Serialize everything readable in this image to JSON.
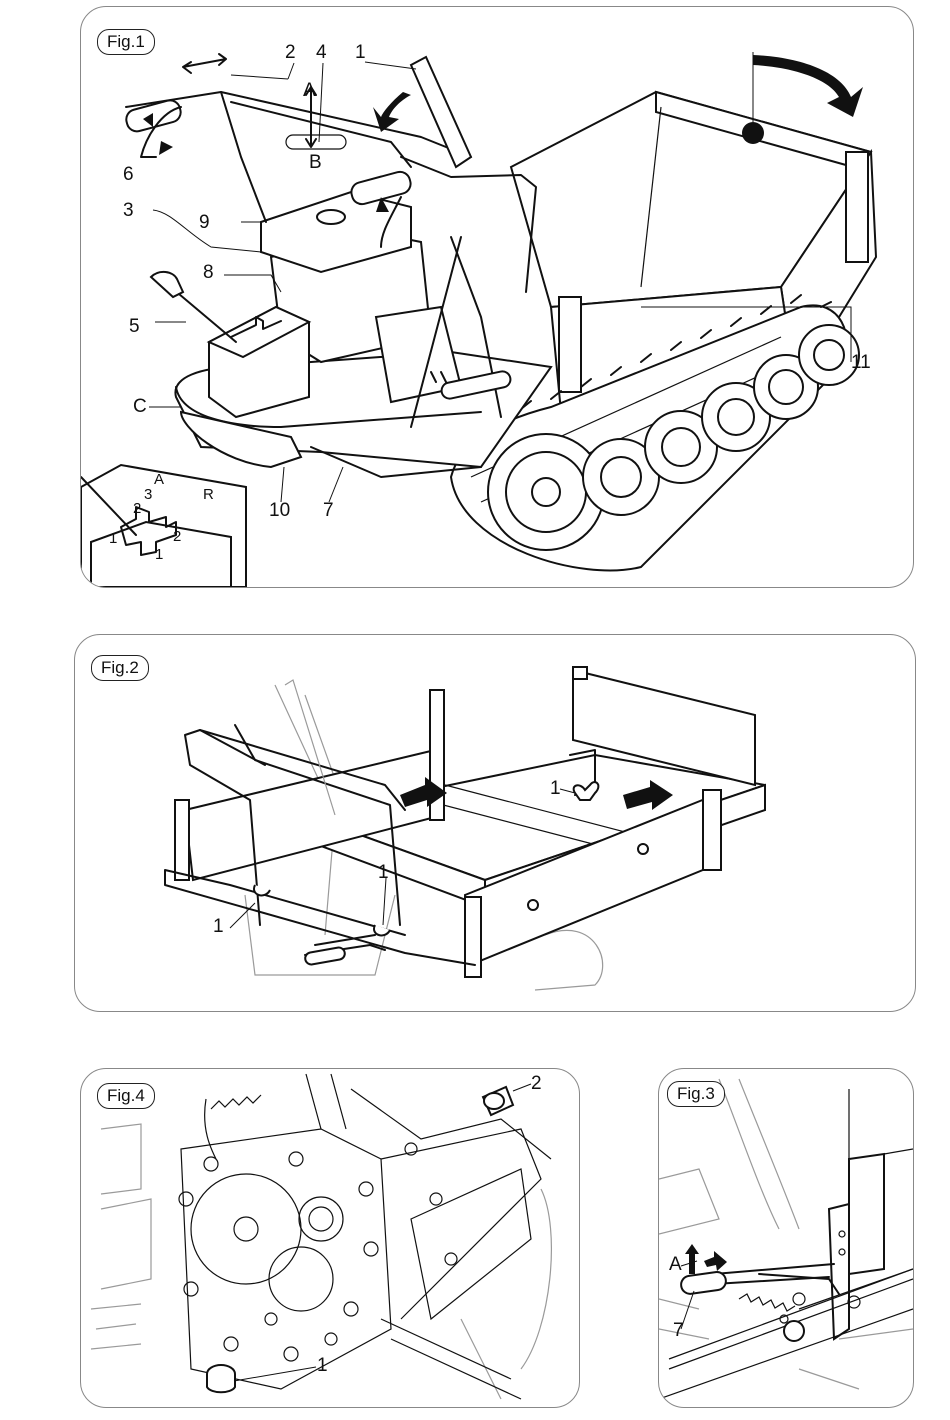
{
  "fig1": {
    "label": "Fig.1",
    "callouts": {
      "c1": "1",
      "c2": "2",
      "c3": "3",
      "c4": "4",
      "c5": "5",
      "c6": "6",
      "c7": "7",
      "c8": "8",
      "c9": "9",
      "c10": "10",
      "c11": "11",
      "cA": "A",
      "cB": "B",
      "cC": "C"
    },
    "gear_inset": {
      "g_a": "A",
      "g_r": "R",
      "g_3": "3",
      "g_2a": "2",
      "g_2b": "2",
      "g_1a": "1",
      "g_1b": "1"
    }
  },
  "fig2": {
    "label": "Fig.2",
    "callouts": {
      "c1_center": "1",
      "c1_left": "1",
      "c1_right": "1"
    }
  },
  "fig3": {
    "label": "Fig.3",
    "callouts": {
      "cA": "A",
      "c7": "7"
    }
  },
  "fig4": {
    "label": "Fig.4",
    "callouts": {
      "c1": "1",
      "c2": "2"
    }
  }
}
